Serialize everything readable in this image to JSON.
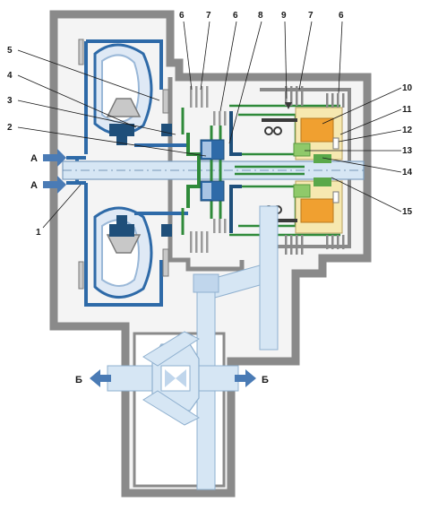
{
  "diagram": {
    "callouts_left": [
      "5",
      "4",
      "3",
      "2",
      "1"
    ],
    "callouts_top": [
      "6",
      "7",
      "6",
      "8",
      "9",
      "7",
      "6"
    ],
    "callouts_right": [
      "10",
      "11",
      "12",
      "13",
      "14",
      "15"
    ],
    "input_label": "А",
    "output_label": "Б"
  },
  "colors": {
    "housing": "#8a8a8a",
    "housing_fill": "#f2f2f2",
    "converter": "#2e6aa8",
    "converter_light": "#c9daf0",
    "shaft": "#d6e6f4",
    "hydraulic": "#2f8a3a",
    "clutch_dark": "#1f4f7a",
    "orange": "#f0a030",
    "yellow": "#f6e08a",
    "green_block": "#8fc96a",
    "arrow": "#4a7bb5"
  }
}
